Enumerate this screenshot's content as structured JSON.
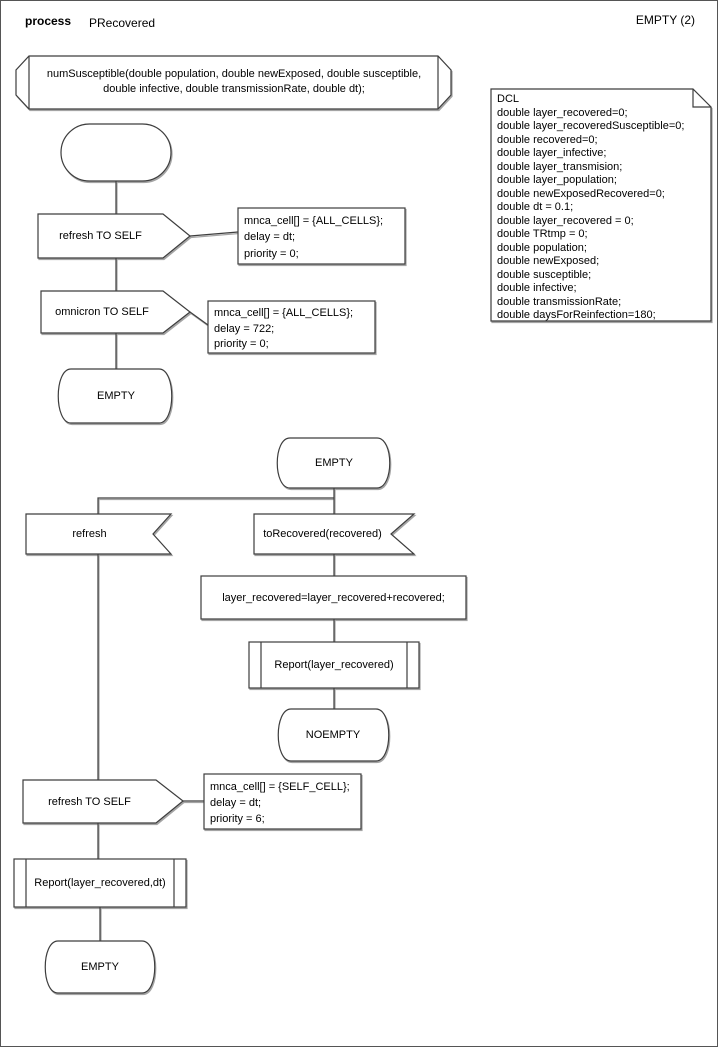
{
  "header": {
    "kind": "process",
    "name": "PRecovered",
    "page": "EMPTY (2)"
  },
  "banner": "numSusceptible(double population, double newExposed, double susceptible,\ndouble infective, double transmissionRate, double dt);",
  "dcl": "DCL\ndouble layer_recovered=0;\ndouble layer_recoveredSusceptible=0;\ndouble recovered=0;\ndouble layer_infective;\ndouble layer_transmision;\ndouble layer_population;\ndouble newExposedRecovered=0;\ndouble dt = 0.1;\ndouble layer_recovered = 0;\ndouble TRtmp = 0;\ndouble population;\ndouble newExposed;\ndouble susceptible;\ndouble infective;\ndouble transmissionRate;\ndouble daysForReinfection=180;",
  "symbols": {
    "output_refresh_self_1": "refresh TO SELF",
    "comment_all_cells_dt": "mnca_cell[] = {ALL_CELLS};\ndelay = dt;\npriority = 0;",
    "output_omnicron_self": "omnicron TO SELF",
    "comment_all_cells_722": "mnca_cell[] = {ALL_CELLS};\ndelay = 722;\npriority = 0;",
    "state_empty_1": "EMPTY",
    "state_empty_2": "EMPTY",
    "input_refresh": "refresh",
    "input_torecovered": "toRecovered(recovered)",
    "task_layer_recovered": "layer_recovered=layer_recovered+recovered;",
    "call_report": "Report(layer_recovered)",
    "state_noempty": "NOEMPTY",
    "output_refresh_self_2": "refresh TO SELF",
    "comment_self_cell": "mnca_cell[] = {SELF_CELL};\ndelay = dt;\npriority = 6;",
    "call_report_dt": "Report(layer_recovered,dt)",
    "state_empty_3": "EMPTY"
  },
  "colors": {
    "stroke": "#3e3e3e",
    "shadow": "#9a9a9a",
    "background": "#ffffff",
    "text": "#000000"
  }
}
